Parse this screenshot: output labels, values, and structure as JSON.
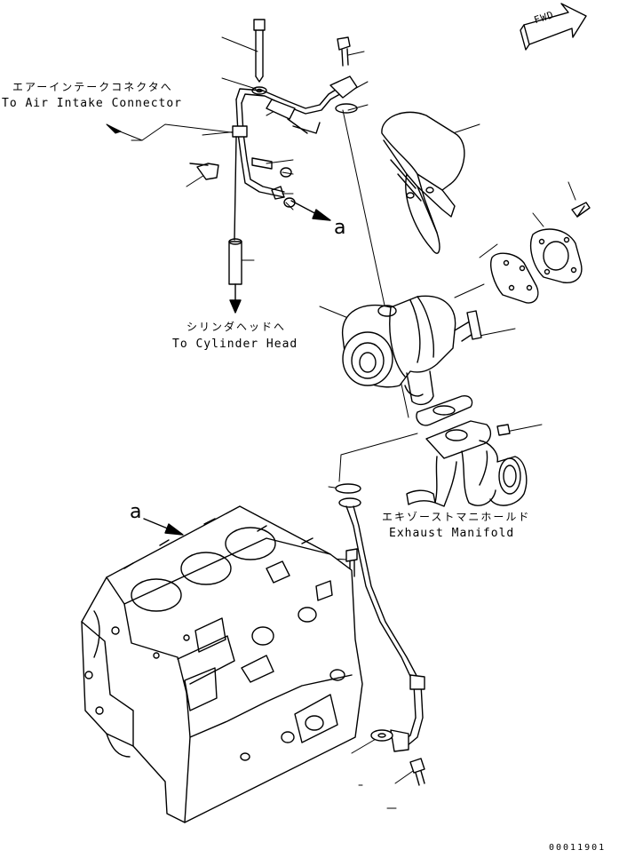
{
  "labels": {
    "air_intake_ja": "エアーインテークコネクタへ",
    "air_intake_en": "To Air Intake Connector",
    "cylinder_head_ja": "シリンダヘッドへ",
    "cylinder_head_en": "To Cylinder Head",
    "exhaust_ja": "エキゾーストマニホールド",
    "exhaust_en": "Exhaust Manifold",
    "ref_a_upper": "a",
    "ref_a_lower": "a",
    "fwd": "FWD",
    "drawing_number": "00011901"
  }
}
